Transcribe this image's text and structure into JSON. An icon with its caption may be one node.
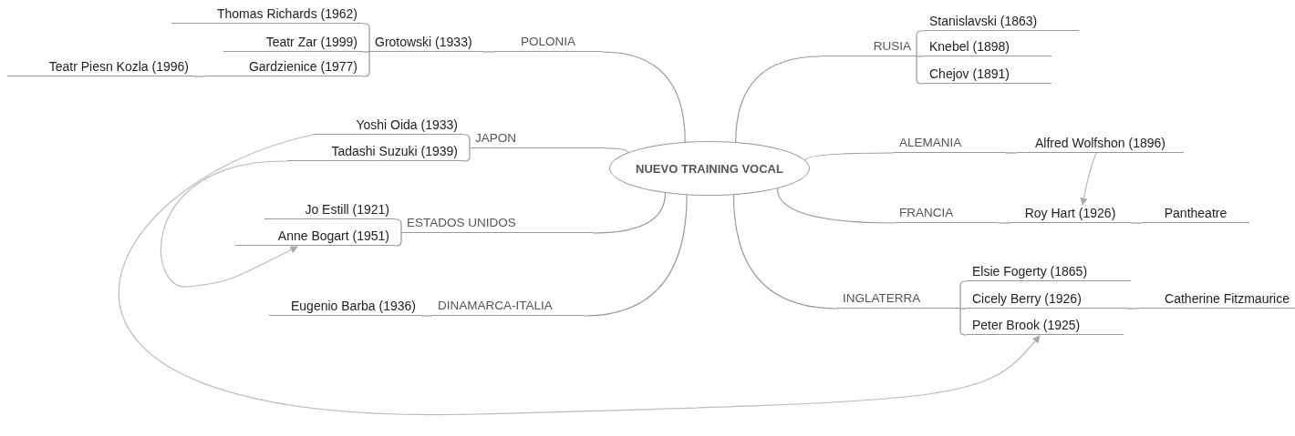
{
  "diagram": {
    "nodes": [
      {
        "text": [
          "NUEVO TRAINING VOCAL"
        ]
      },
      {
        "text": [
          "POLONIA"
        ]
      },
      {
        "text": [
          "Grotowski (1933)"
        ]
      },
      {
        "text": [
          "Thomas Richards (1962)"
        ]
      },
      {
        "text": [
          "Teatr Zar (1999)"
        ]
      },
      {
        "text": [
          "Gardzienice (1977)"
        ]
      },
      {
        "text": [
          "Teatr Piesn Kozla (1996)"
        ]
      },
      {
        "text": [
          "JAPON"
        ]
      },
      {
        "text": [
          "Yoshi Oida (1933)"
        ]
      },
      {
        "text": [
          "Tadashi Suzuki (1939)"
        ]
      },
      {
        "text": [
          "ESTADOS UNIDOS"
        ]
      },
      {
        "text": [
          "Jo Estill (1921)"
        ]
      },
      {
        "text": [
          "Anne Bogart (1951)"
        ]
      },
      {
        "text": [
          "DINAMARCA-ITALIA"
        ]
      },
      {
        "text": [
          "Eugenio Barba (1936)"
        ]
      },
      {
        "text": [
          "RUSIA"
        ]
      },
      {
        "text": [
          "Stanislavski (1863)"
        ]
      },
      {
        "text": [
          "Knebel (1898)"
        ]
      },
      {
        "text": [
          "Chejov (1891)"
        ]
      },
      {
        "text": [
          "ALEMANIA"
        ]
      },
      {
        "text": [
          "Alfred Wolfshon (1896)"
        ]
      },
      {
        "text": [
          "FRANCIA"
        ]
      },
      {
        "text": [
          "Roy Hart (1926)"
        ]
      },
      {
        "text": [
          "Pantheatre"
        ]
      },
      {
        "text": [
          "INGLATERRA"
        ]
      },
      {
        "text": [
          "Elsie Fogerty (1865)"
        ]
      },
      {
        "text": [
          "Cicely Berry (1926)"
        ]
      },
      {
        "text": [
          "Peter Brook (1925)"
        ]
      },
      {
        "text": [
          "Catherine Fitzmaurice"
        ]
      }
    ],
    "edges": [
      {
        "from": 0,
        "to": 1,
        "arrow": "none"
      },
      {
        "from": 1,
        "to": 2,
        "arrow": "none"
      },
      {
        "from": 2,
        "to": 3,
        "arrow": "none"
      },
      {
        "from": 2,
        "to": 4,
        "arrow": "none"
      },
      {
        "from": 2,
        "to": 5,
        "arrow": "none"
      },
      {
        "from": 5,
        "to": 6,
        "arrow": "none"
      },
      {
        "from": 0,
        "to": 7,
        "arrow": "none"
      },
      {
        "from": 7,
        "to": 8,
        "arrow": "none"
      },
      {
        "from": 7,
        "to": 9,
        "arrow": "none"
      },
      {
        "from": 0,
        "to": 10,
        "arrow": "none"
      },
      {
        "from": 10,
        "to": 11,
        "arrow": "none"
      },
      {
        "from": 10,
        "to": 12,
        "arrow": "none"
      },
      {
        "from": 0,
        "to": 13,
        "arrow": "none"
      },
      {
        "from": 13,
        "to": 14,
        "arrow": "none"
      },
      {
        "from": 0,
        "to": 15,
        "arrow": "none"
      },
      {
        "from": 15,
        "to": 16,
        "arrow": "none"
      },
      {
        "from": 15,
        "to": 17,
        "arrow": "none"
      },
      {
        "from": 15,
        "to": 18,
        "arrow": "none"
      },
      {
        "from": 0,
        "to": 19,
        "arrow": "none"
      },
      {
        "from": 19,
        "to": 20,
        "arrow": "none"
      },
      {
        "from": 0,
        "to": 21,
        "arrow": "none"
      },
      {
        "from": 21,
        "to": 22,
        "arrow": "none"
      },
      {
        "from": 22,
        "to": 23,
        "arrow": "none"
      },
      {
        "from": 0,
        "to": 24,
        "arrow": "none"
      },
      {
        "from": 24,
        "to": 25,
        "arrow": "none"
      },
      {
        "from": 24,
        "to": 26,
        "arrow": "none"
      },
      {
        "from": 24,
        "to": 27,
        "arrow": "none"
      },
      {
        "from": 26,
        "to": 28,
        "arrow": "none"
      },
      {
        "from": 20,
        "to": 22,
        "arrow": "to",
        "color": "#bbbbbb"
      },
      {
        "from": 8,
        "to": 27,
        "arrow": "to",
        "color": "#bbbbbb"
      },
      {
        "from": 9,
        "to": 12,
        "arrow": "to",
        "color": "#bbbbbb"
      }
    ]
  }
}
